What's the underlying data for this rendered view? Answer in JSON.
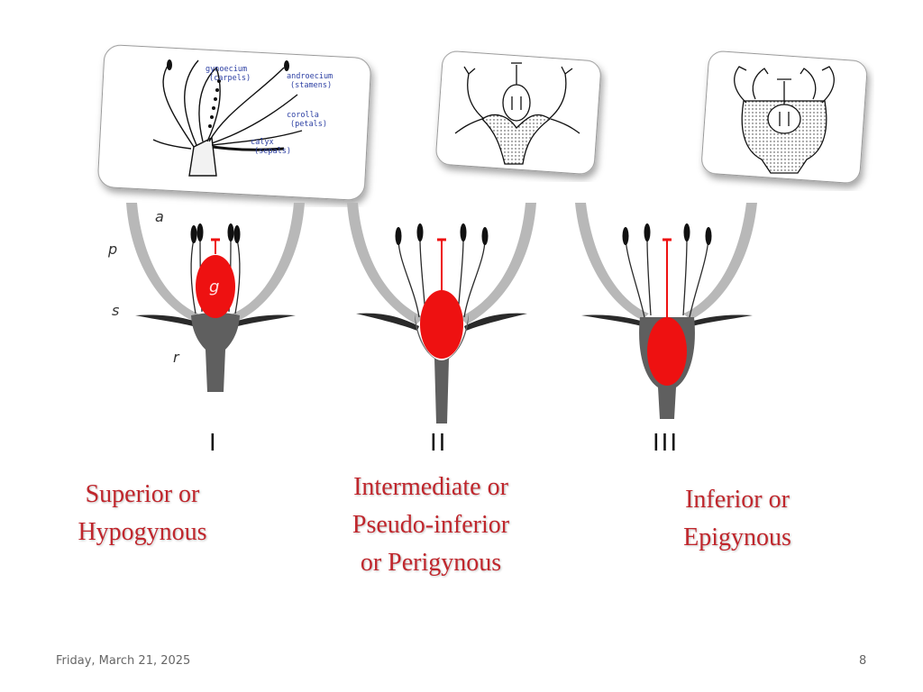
{
  "title": "",
  "cards": {
    "labels": {
      "gynoecium": "gynoecium",
      "carpels": "(carpels)",
      "androecium": "androecium",
      "stamens": "(stamens)",
      "corolla": "corolla",
      "petals": "(petals)",
      "calyx": "calyx",
      "sepals": "(sepals)"
    }
  },
  "diagram": {
    "part_labels": {
      "a": "a",
      "p": "p",
      "s": "s",
      "r": "r",
      "g": "g"
    },
    "numerals": [
      "I",
      "II",
      "III"
    ],
    "colors": {
      "ovary": "#ee1111",
      "receptacle": "#5f5f5f",
      "petal": "#b8b8b8",
      "sepal": "#2a2a2a"
    }
  },
  "captions": [
    {
      "line1": "Superior or",
      "line2": "Hypogynous",
      "line3": ""
    },
    {
      "line1": "Intermediate or",
      "line2": "Pseudo-inferior",
      "line3": "or Perigynous"
    },
    {
      "line1": "Inferior or",
      "line2": "Epigynous",
      "line3": ""
    }
  ],
  "footer": {
    "date": "Friday, March 21, 2025",
    "page": "8"
  }
}
